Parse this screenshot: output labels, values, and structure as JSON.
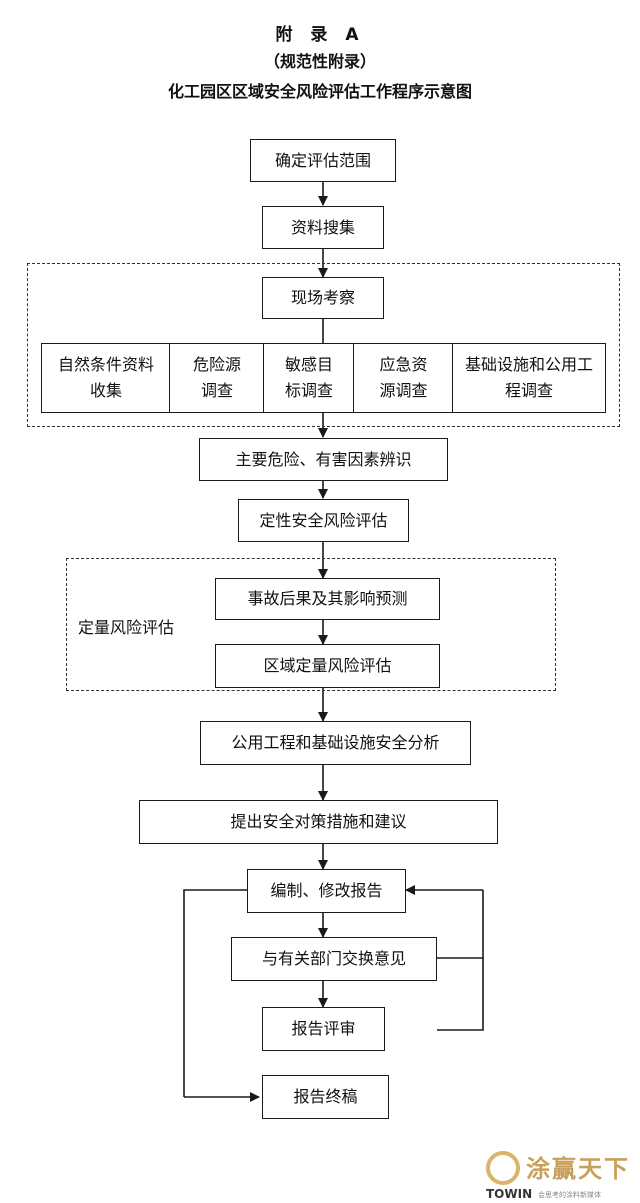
{
  "header": {
    "appendix": "附 录 A",
    "subtitle": "（规范性附录）",
    "title": "化工园区区域安全风险评估工作程序示意图"
  },
  "steps": {
    "scope": "确定评估范围",
    "collect": "资料搜集",
    "survey": "现场考察",
    "sub1": "自然条件资料收集",
    "sub2": "危险源调查",
    "sub3": "敏感目标调查",
    "sub4": "应急资源调查",
    "sub5": "基础设施和公用工程调查",
    "identify": "主要危险、有害因素辨识",
    "qualitative": "定性安全风险评估",
    "quant_label": "定量风险评估",
    "predict": "事故后果及其影响预测",
    "regional": "区域定量风险评估",
    "utility": "公用工程和基础设施安全分析",
    "measures": "提出安全对策措施和建议",
    "compile": "编制、修改报告",
    "exchange": "与有关部门交换意见",
    "review": "报告评审",
    "final": "报告终稿"
  },
  "logo": {
    "brand_cn": "涂赢天下",
    "brand_en": "TOWIN",
    "tagline": "会思考的涂料新媒体"
  }
}
